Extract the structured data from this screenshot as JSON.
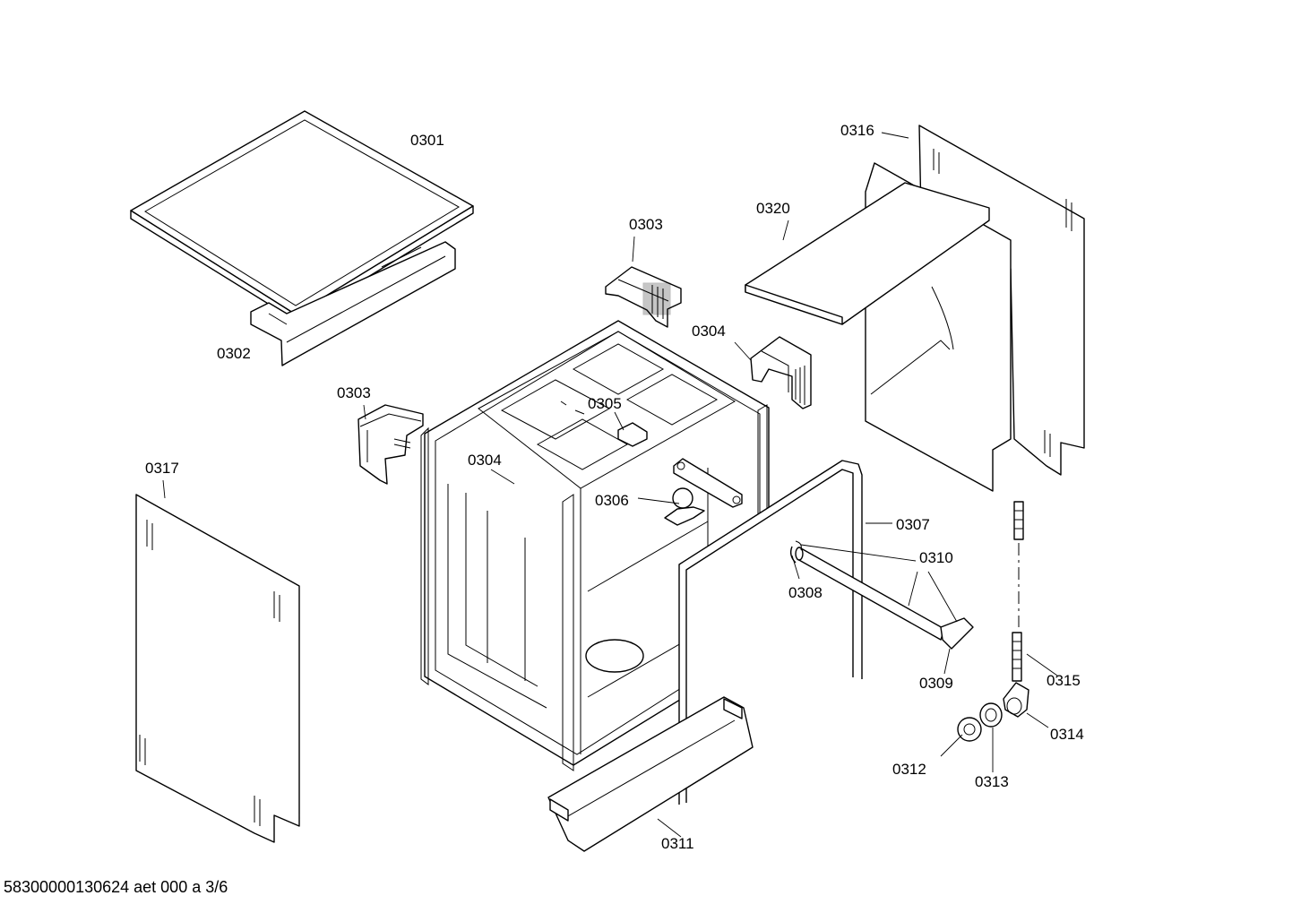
{
  "labels": {
    "p0301": "0301",
    "p0302": "0302",
    "p0303a": "0303",
    "p0303b": "0303",
    "p0304a": "0304",
    "p0304b": "0304",
    "p0305": "0305",
    "p0306": "0306",
    "p0307": "0307",
    "p0308": "0308",
    "p0309": "0309",
    "p0310": "0310",
    "p0311": "0311",
    "p0312": "0312",
    "p0313": "0313",
    "p0314": "0314",
    "p0315": "0315",
    "p0316": "0316",
    "p0317": "0317",
    "p0320": "0320"
  },
  "footer": "58300000130624 aet 000 a 3/6"
}
